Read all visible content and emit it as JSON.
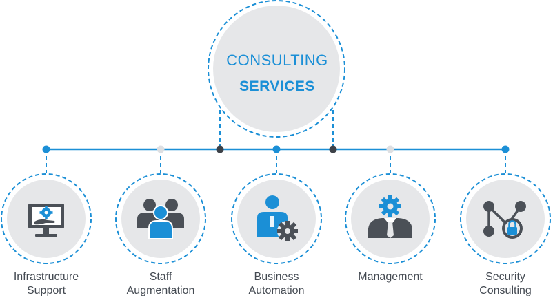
{
  "colors": {
    "accent": "#1b8fd6",
    "dark_icon": "#4b5057",
    "circle_fill": "#e6e7e9",
    "dark_node": "#3d4148",
    "light_node": "#dddfe2",
    "text": "#444a52"
  },
  "hub": {
    "line1": "CONSULTING",
    "line2": "SERVICES"
  },
  "services": [
    {
      "icon": "monitor-gear-icon",
      "label_lines": [
        "Infrastructure",
        "Support"
      ]
    },
    {
      "icon": "team-group-icon",
      "label_lines": [
        "Staff",
        "Augmentation"
      ]
    },
    {
      "icon": "person-gear-icon",
      "label_lines": [
        "Business",
        "Automation"
      ]
    },
    {
      "icon": "businessman-gear-icon",
      "label_lines": [
        "Management"
      ]
    },
    {
      "icon": "network-lock-icon",
      "label_lines": [
        "Security",
        "Consulting"
      ]
    }
  ]
}
